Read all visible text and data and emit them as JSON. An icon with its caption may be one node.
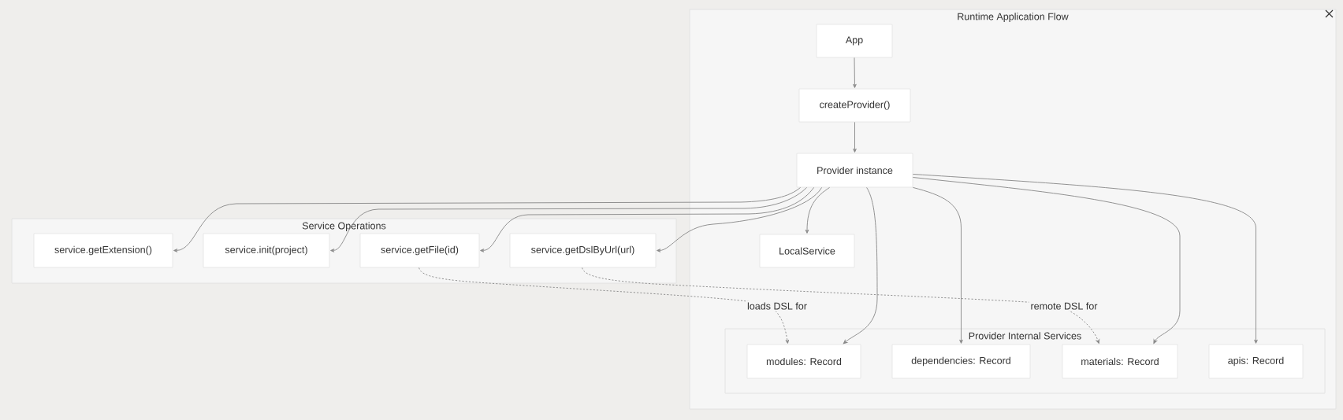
{
  "diagram": {
    "nodes": [
      {
        "text": [
          "Runtime Application Flow"
        ]
      },
      {
        "text": [
          "App"
        ],
        "in": 0
      },
      {
        "text": [
          "createProvider()"
        ],
        "in": 0
      },
      {
        "text": [
          "Provider instance"
        ],
        "in": 0
      },
      {
        "text": [
          "Service Operations"
        ]
      },
      {
        "text": [
          "service.getExtension()"
        ],
        "in": 4
      },
      {
        "text": [
          "service.init(project)"
        ],
        "in": 4
      },
      {
        "text": [
          "service.getFile(id)"
        ],
        "in": 4
      },
      {
        "text": [
          "service.getDslByUrl(url)"
        ],
        "in": 4
      },
      {
        "text": [
          "LocalService"
        ],
        "in": 0
      },
      {
        "text": [
          "Provider Internal Services"
        ],
        "in": 0
      },
      {
        "text": [
          "modules: Record"
        ],
        "in": 10
      },
      {
        "text": [
          "dependencies: Record"
        ],
        "in": 10
      },
      {
        "text": [
          "materials: Record"
        ],
        "in": 10
      },
      {
        "text": [
          "apis: Record"
        ],
        "in": 10
      }
    ],
    "edges": [
      {
        "from": 1,
        "to": 2,
        "arrow": "to"
      },
      {
        "from": 2,
        "to": 3,
        "arrow": "to"
      },
      {
        "from": 3,
        "to": 5,
        "arrow": "to"
      },
      {
        "from": 3,
        "to": 6,
        "arrow": "to"
      },
      {
        "from": 3,
        "to": 7,
        "arrow": "to"
      },
      {
        "from": 3,
        "to": 8,
        "arrow": "to"
      },
      {
        "from": 3,
        "to": 9,
        "arrow": "to"
      },
      {
        "from": 3,
        "to": 11,
        "arrow": "to"
      },
      {
        "from": 3,
        "to": 12,
        "arrow": "to"
      },
      {
        "from": 3,
        "to": 13,
        "arrow": "to"
      },
      {
        "from": 3,
        "to": 14,
        "arrow": "to"
      },
      {
        "from": 7,
        "to": 11,
        "arrow": "to",
        "style": "dashed",
        "label": "loads DSL for"
      },
      {
        "from": 8,
        "to": 13,
        "arrow": "to",
        "style": "dashed",
        "label": "remote DSL for"
      }
    ]
  }
}
